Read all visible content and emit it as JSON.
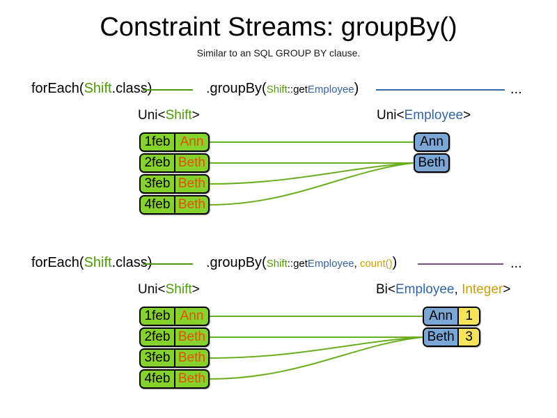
{
  "page": {
    "title": "Constraint Streams: groupBy()",
    "subtitle": "Similar to an SQL GROUP BY clause."
  },
  "colors": {
    "green": "#4E9A06",
    "blue": "#3465A4",
    "gold": "#C8A106",
    "purple": "#75507B",
    "shift_box_fill": "#86D22D",
    "shift_name_text": "#E8500A",
    "employee_box_fill": "#7BA7D7",
    "count_box_fill": "#F5E35C",
    "line_green": "#6AAE1E"
  },
  "sections": [
    {
      "id": "groupby-key-only",
      "code": {
        "for_each_prefix": "forEach(",
        "for_each_type": "Shift",
        "for_each_suffix": ".class)",
        "group_by_prefix": ".groupBy(",
        "mapper_type": "Shift",
        "mapper_sep": "::get",
        "mapper_prop": "Employee",
        "group_by_suffix": ")",
        "ellipsis": "..."
      },
      "left_header": {
        "prefix": "Uni<",
        "type": "Shift",
        "suffix": ">"
      },
      "right_header": {
        "prefix": "Uni<",
        "type": "Employee",
        "suffix": ">"
      },
      "left_rows": [
        {
          "date": "1feb",
          "name": "Ann"
        },
        {
          "date": "2feb",
          "name": "Beth"
        },
        {
          "date": "3feb",
          "name": "Beth"
        },
        {
          "date": "4feb",
          "name": "Beth"
        }
      ],
      "right_rows": [
        {
          "employee": "Ann"
        },
        {
          "employee": "Beth"
        }
      ],
      "links": [
        {
          "from": 0,
          "to": 0
        },
        {
          "from": 1,
          "to": 1
        },
        {
          "from": 2,
          "to": 1
        },
        {
          "from": 3,
          "to": 1
        }
      ]
    },
    {
      "id": "groupby-key-count",
      "code": {
        "for_each_prefix": "forEach(",
        "for_each_type": "Shift",
        "for_each_suffix": ".class)",
        "group_by_prefix": ".groupBy(",
        "mapper_type": "Shift",
        "mapper_sep": "::get",
        "mapper_prop": "Employee",
        "collector_sep": ", ",
        "collector": "count()",
        "group_by_suffix": ")",
        "ellipsis": "..."
      },
      "left_header": {
        "prefix": "Uni<",
        "type": "Shift",
        "suffix": ">"
      },
      "right_header": {
        "prefix": "Bi<",
        "type": "Employee",
        "sep": ", ",
        "type2": "Integer",
        "suffix": ">"
      },
      "left_rows": [
        {
          "date": "1feb",
          "name": "Ann"
        },
        {
          "date": "2feb",
          "name": "Beth"
        },
        {
          "date": "3feb",
          "name": "Beth"
        },
        {
          "date": "4feb",
          "name": "Beth"
        }
      ],
      "right_rows": [
        {
          "employee": "Ann",
          "count": "1"
        },
        {
          "employee": "Beth",
          "count": "3"
        }
      ],
      "links": [
        {
          "from": 0,
          "to": 0
        },
        {
          "from": 1,
          "to": 1
        },
        {
          "from": 2,
          "to": 1
        },
        {
          "from": 3,
          "to": 1
        }
      ]
    }
  ]
}
